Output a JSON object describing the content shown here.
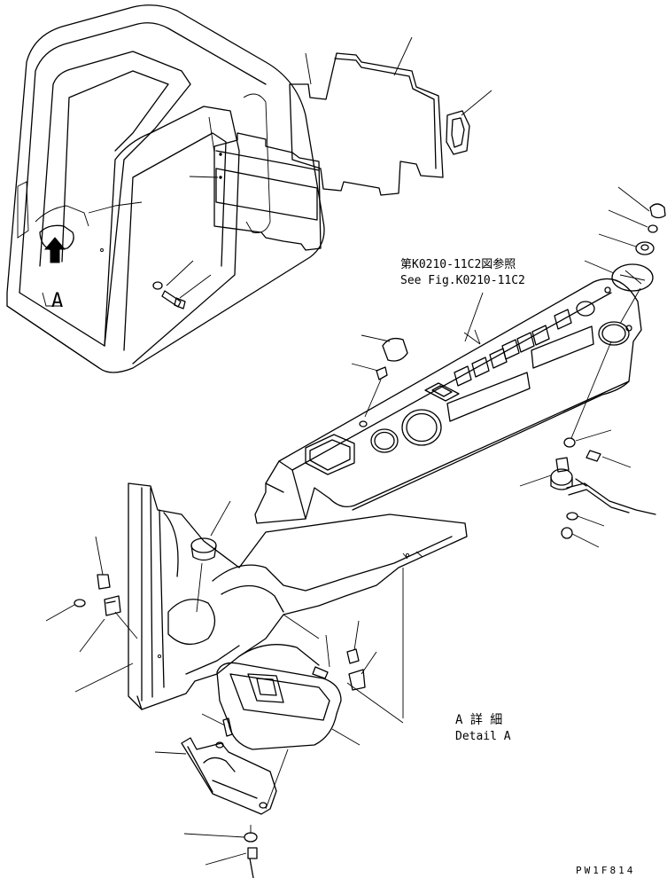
{
  "view_label": "A",
  "reference_note": {
    "jp": "第K0210-11C2図参照",
    "en": "See Fig.K0210-11C2"
  },
  "detail_caption": {
    "jp": "A 詳 細",
    "en": "Detail A"
  },
  "drawing_code": "PW1F814"
}
